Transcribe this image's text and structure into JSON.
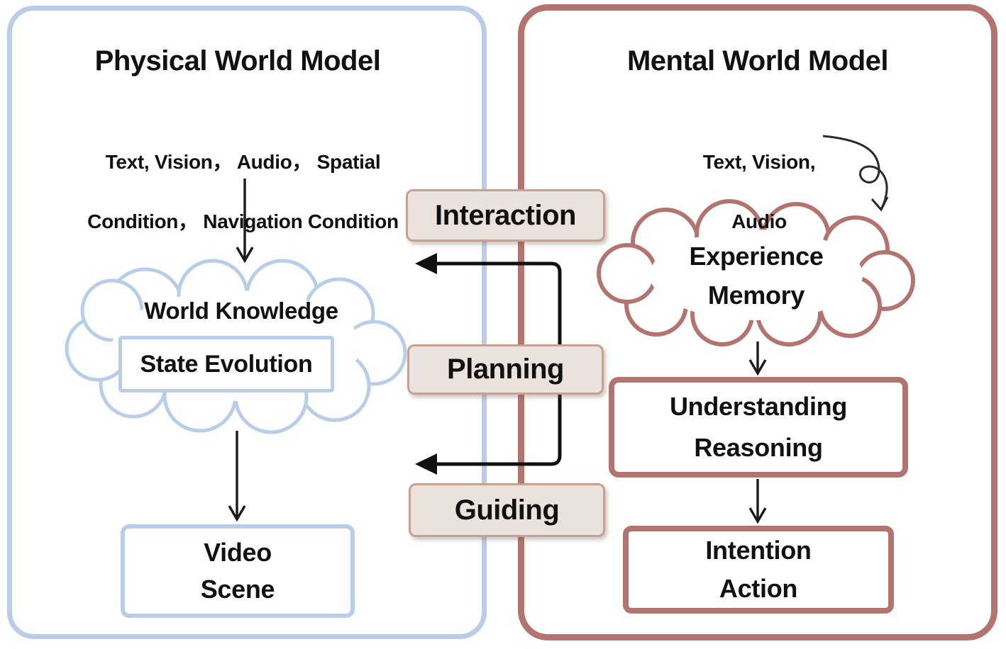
{
  "physical": {
    "title": "Physical World Model",
    "inputs_line1": "Text, Vision， Audio， Spatial",
    "inputs_line2": "Condition， Navigation Condition",
    "cloud_title": "World Knowledge",
    "cloud_box": "State Evolution",
    "output_line1": "Video",
    "output_line2": "Scene"
  },
  "mental": {
    "title": "Mental World Model",
    "inputs_line1": "Text, Vision,",
    "inputs_line2": "Audio",
    "cloud_line1": "Experience",
    "cloud_line2": "Memory",
    "box1_line1": "Understanding",
    "box1_line2": "Reasoning",
    "box2_line1": "Intention",
    "box2_line2": "Action"
  },
  "connectors": {
    "top": "Interaction",
    "middle": "Planning",
    "bottom": "Guiding"
  },
  "colors": {
    "physical_border": "#b9cde8",
    "mental_border": "#b3736f",
    "label_fill": "#ece2dd",
    "label_border": "#c3a294",
    "arrow_black": "#111111",
    "text": "#111111"
  }
}
